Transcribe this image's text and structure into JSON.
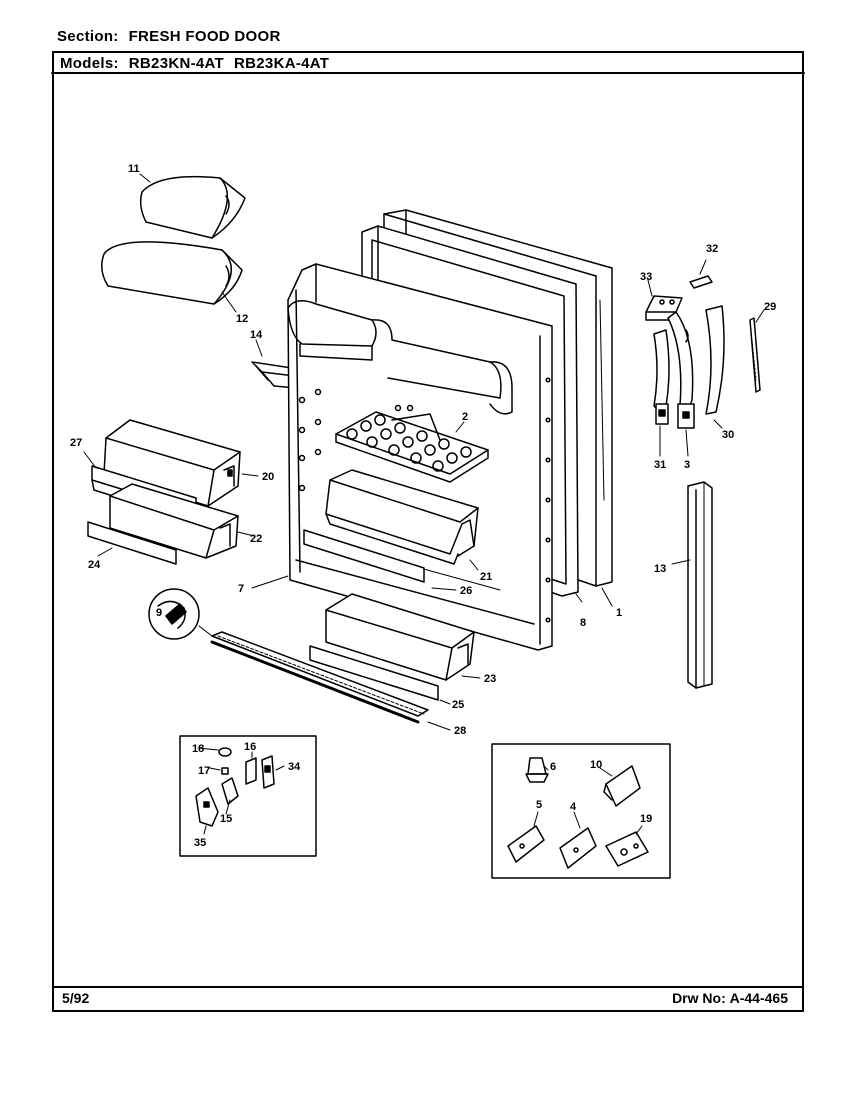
{
  "header": {
    "section_label": "Section:",
    "section_value": "FRESH FOOD DOOR",
    "models_label": "Models:",
    "model_1": "RB23KN-4AT",
    "model_2": "RB23KA-4AT"
  },
  "footer": {
    "date": "5/92",
    "drawing_label": "Drw No:",
    "drawing_number": "A-44-465"
  },
  "callouts": {
    "c1": "1",
    "c2": "2",
    "c3": "3",
    "c4": "4",
    "c5": "5",
    "c6": "6",
    "c7": "7",
    "c8": "8",
    "c9": "9",
    "c10": "10",
    "c11": "11",
    "c12": "12",
    "c13": "13",
    "c14": "14",
    "c15": "15",
    "c16": "16",
    "c17": "17",
    "c18": "18",
    "c19": "19",
    "c20": "20",
    "c21": "21",
    "c22": "22",
    "c23": "23",
    "c24": "24",
    "c25": "25",
    "c26": "26",
    "c27": "27",
    "c28": "28",
    "c29": "29",
    "c30": "30",
    "c31": "31",
    "c32": "32",
    "c33": "33",
    "c34": "34",
    "c35": "35"
  }
}
